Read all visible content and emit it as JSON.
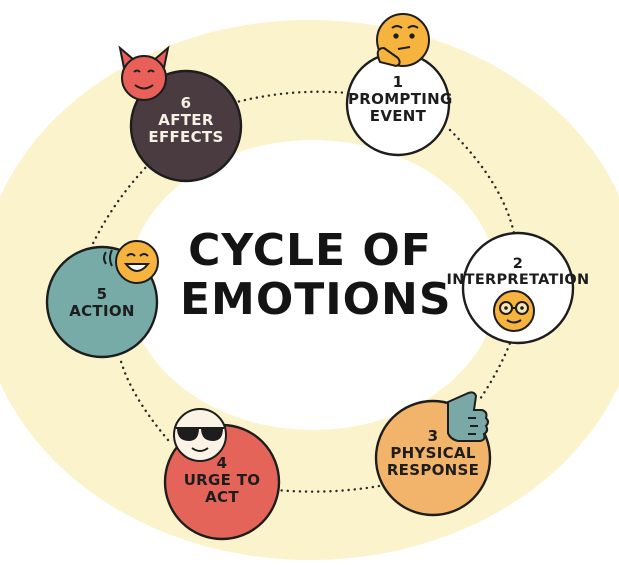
{
  "title": {
    "line1": "CYCLE OF",
    "line2": "EMOTIONS"
  },
  "colors": {
    "background": "#ffffff",
    "ring": "#fbf3cc",
    "outline": "#1d1d1d",
    "node_1": "#ffffff",
    "node_2": "#ffffff",
    "node_3": "#f2b46a",
    "node_4": "#e4645a",
    "node_5": "#76aba8",
    "node_6": "#4a3b40",
    "emoji_yellow": "#f6b43f",
    "devil_red": "#e9605a",
    "thumb_teal": "#7aa8a7"
  },
  "nodes": [
    {
      "number": "1",
      "line1": "PROMPTING",
      "line2": "EVENT",
      "icon": "thinking-face-icon"
    },
    {
      "number": "2",
      "line1": "INTERPRETATION",
      "line2": "",
      "icon": "glasses-face-icon"
    },
    {
      "number": "3",
      "line1": "PHYSICAL",
      "line2": "RESPONSE",
      "icon": "thumbs-up-icon"
    },
    {
      "number": "4",
      "line1": "URGE TO",
      "line2": "ACT",
      "icon": "sunglasses-face-icon"
    },
    {
      "number": "5",
      "line1": "ACTION",
      "line2": "",
      "icon": "laughing-face-icon"
    },
    {
      "number": "6",
      "line1": "AFTER",
      "line2": "EFFECTS",
      "icon": "devil-face-icon"
    }
  ]
}
